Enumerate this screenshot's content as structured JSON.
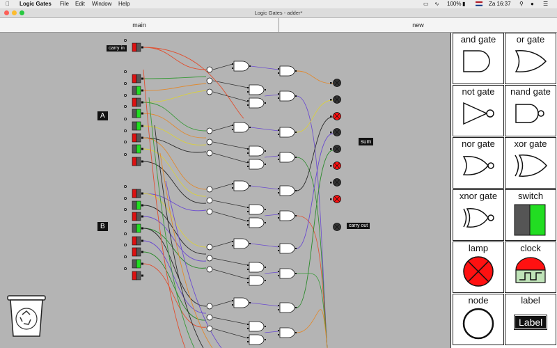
{
  "menubar": {
    "app_name": "Logic Gates",
    "items": [
      "File",
      "Edit",
      "Window",
      "Help"
    ],
    "battery": "100%",
    "clock": "Za 16:37"
  },
  "window": {
    "title": "Logic Gates - adder*"
  },
  "tabs": [
    {
      "label": "main"
    },
    {
      "label": "new"
    }
  ],
  "canvas": {
    "labels": {
      "carry_in": "carry in",
      "a": "A",
      "b": "B",
      "sum": "sum",
      "carry_out": "carry out"
    }
  },
  "palette": {
    "items": [
      {
        "label": "and gate",
        "icon": "and-gate-icon"
      },
      {
        "label": "or gate",
        "icon": "or-gate-icon"
      },
      {
        "label": "not gate",
        "icon": "not-gate-icon"
      },
      {
        "label": "nand gate",
        "icon": "nand-gate-icon"
      },
      {
        "label": "nor gate",
        "icon": "nor-gate-icon"
      },
      {
        "label": "xor gate",
        "icon": "xor-gate-icon"
      },
      {
        "label": "xnor gate",
        "icon": "xnor-gate-icon"
      },
      {
        "label": "switch",
        "icon": "switch-icon"
      },
      {
        "label": "lamp",
        "icon": "lamp-icon"
      },
      {
        "label": "clock",
        "icon": "clock-icon"
      },
      {
        "label": "node",
        "icon": "node-icon"
      },
      {
        "label": "label",
        "icon": "label-icon",
        "sample": "Label"
      }
    ]
  },
  "colors": {
    "switch_on": "#22dd22",
    "switch_off": "#555555",
    "lamp_on": "#ff1111",
    "active": "#dd1111"
  }
}
